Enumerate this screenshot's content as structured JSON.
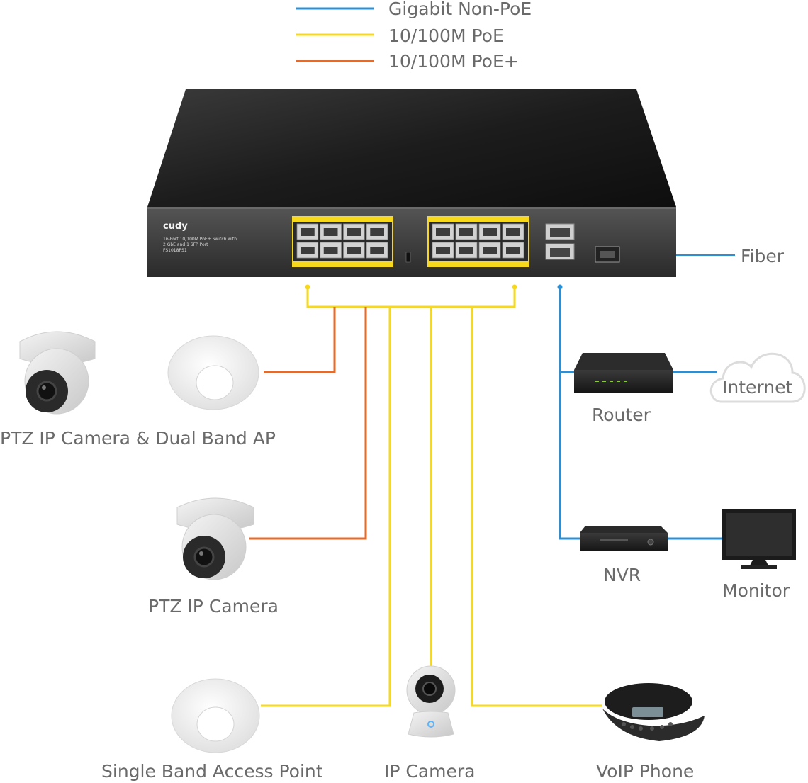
{
  "legend": {
    "items": [
      {
        "label": "Gigabit Non-PoE",
        "color": "#2b8fd6"
      },
      {
        "label": "10/100M PoE",
        "color": "#f7d81a"
      },
      {
        "label": "10/100M PoE+",
        "color": "#e86a27"
      }
    ]
  },
  "switch": {
    "brand": "cudy",
    "desc_line1": "16-Port 10/100M PoE+ Switch with",
    "desc_line2": "2 GbE and 1 SFP Port",
    "model": "FS1018PS1"
  },
  "devices": {
    "fiber": "Fiber",
    "internet": "Internet",
    "router": "Router",
    "nvr": "NVR",
    "monitor": "Monitor",
    "ptz_camera_ap": "PTZ IP Camera & Dual Band AP",
    "ptz_camera": "PTZ IP Camera",
    "single_band_ap": "Single Band Access Point",
    "ip_camera": "IP Camera",
    "voip_phone": "VoIP Phone"
  },
  "colors": {
    "gigabit": "#2b8fd6",
    "poe": "#f7d81a",
    "poe_plus": "#e86a27"
  }
}
